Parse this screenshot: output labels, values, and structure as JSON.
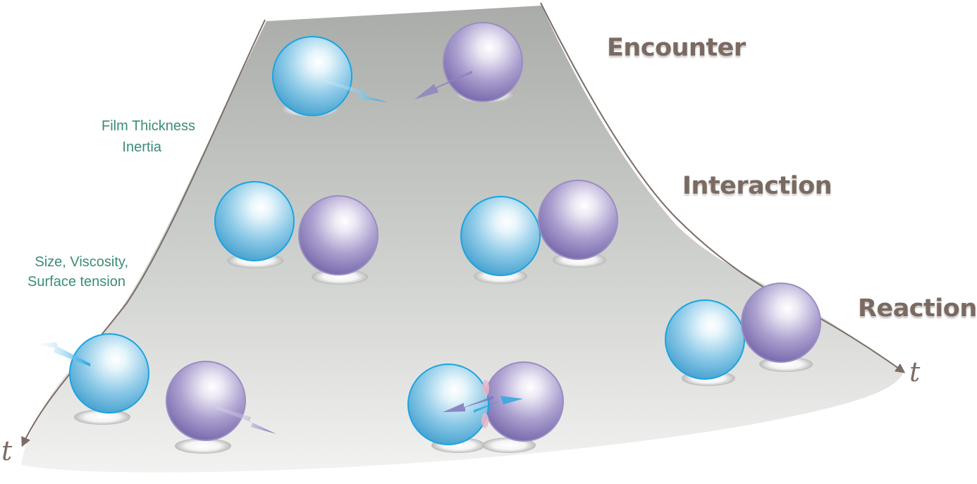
{
  "stages": {
    "encounter": "Encounter",
    "interaction": "Interaction",
    "reaction": "Reaction"
  },
  "parameters": {
    "film_thickness": "Film Thickness",
    "inertia": "Inertia",
    "size_viscosity": "Size, Viscosity,",
    "surface_tension": "Surface tension"
  },
  "axis": {
    "left_time": "t",
    "right_time": "t"
  },
  "colors": {
    "sheet_top": "#a9aca8",
    "sheet_bottom": "#f2f2f1",
    "blue_droplet": "#47a9d8",
    "blue_outline": "#1aa4e0",
    "purple_droplet": "#8a7cb8",
    "purple_outline": "#9a8ec2",
    "label_brown": "#7a6a62",
    "parameter_green": "#3b8c78",
    "edge_line": "#7b6d66",
    "contact_pink": "#e9b7c9"
  }
}
